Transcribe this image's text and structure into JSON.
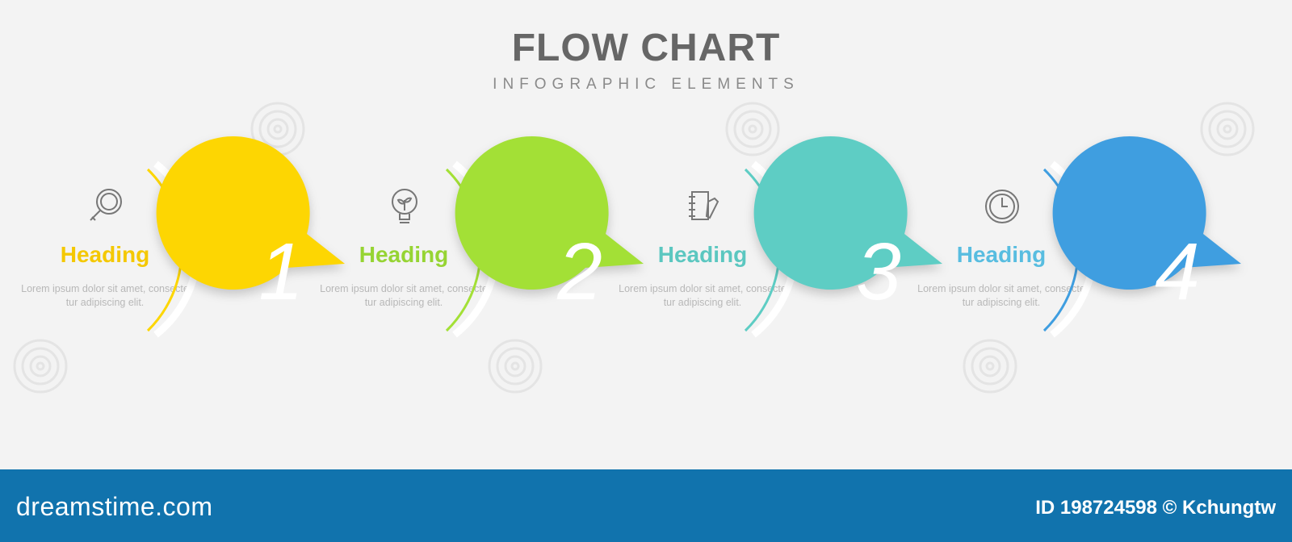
{
  "title": "FLOW CHART",
  "subtitle": "INFOGRAPHIC ELEMENTS",
  "steps": [
    {
      "number": "1",
      "heading": "Heading",
      "body": "Lorem ipsum dolor sit amet, consecte tur adipiscing elit.",
      "color": "#fdd602",
      "icon": "magnifier-icon"
    },
    {
      "number": "2",
      "heading": "Heading",
      "body": "Lorem ipsum dolor sit amet, consecte tur adipiscing elit.",
      "color": "#a3e036",
      "icon": "lightbulb-icon"
    },
    {
      "number": "3",
      "heading": "Heading",
      "body": "Lorem ipsum dolor sit amet, consecte tur adipiscing elit.",
      "color": "#5ecdc4",
      "icon": "notebook-pencil-icon"
    },
    {
      "number": "4",
      "heading": "Heading",
      "body": "Lorem ipsum dolor sit amet, consecte tur adipiscing elit.",
      "color": "#3f9ee0",
      "icon": "clock-icon"
    }
  ],
  "heading_colors": [
    "#f4c800",
    "#96d433",
    "#5bc7c0",
    "#58bde0"
  ],
  "footer": {
    "brand": "dreamstime.com",
    "credit": "ID 198724598 © Kchungtw",
    "background": "#1173ad"
  }
}
